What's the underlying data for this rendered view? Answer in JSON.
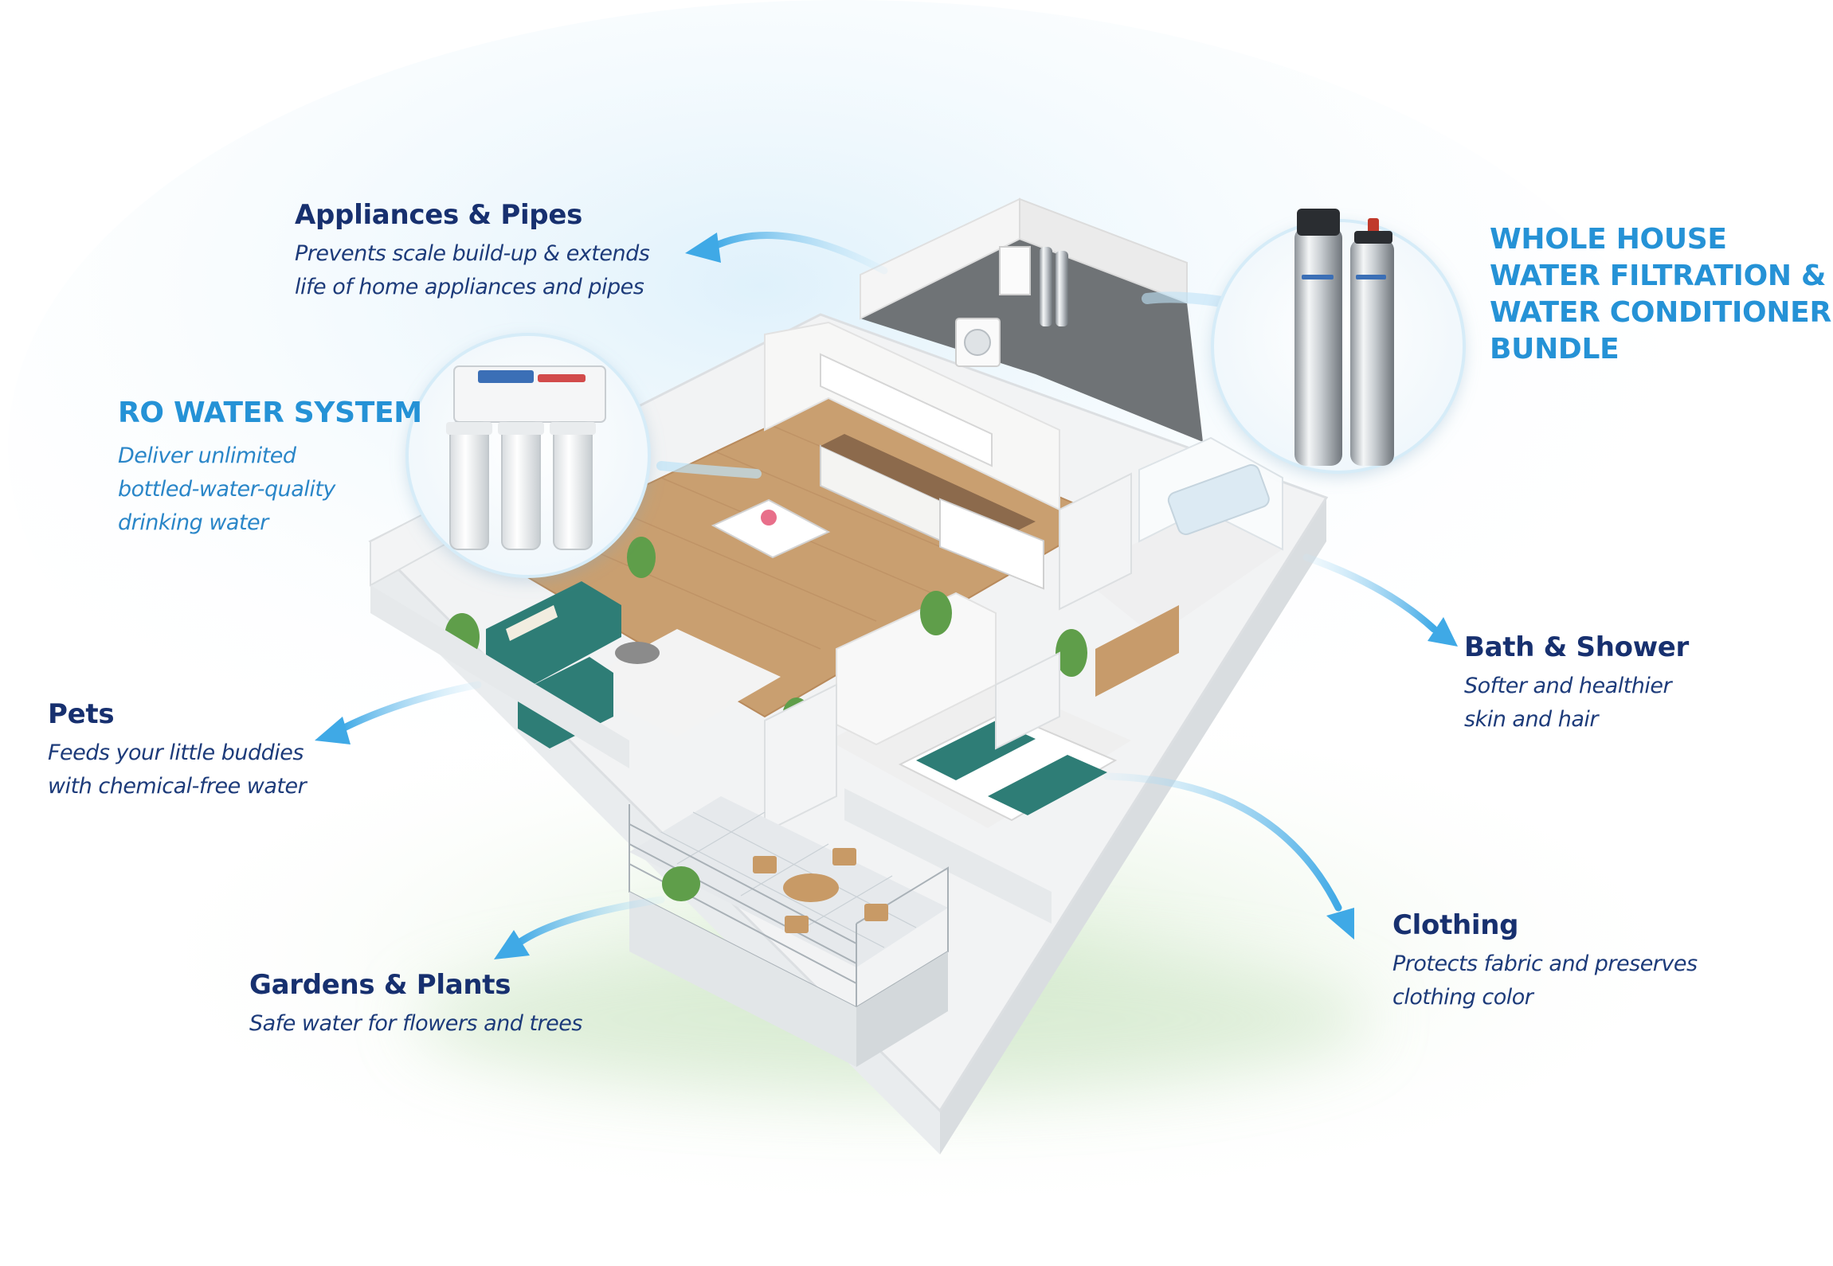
{
  "products": {
    "whole_house": {
      "title_lines": [
        "WHOLE HOUSE",
        "WATER FILTRATION &",
        "WATER CONDITIONER",
        "BUNDLE"
      ]
    },
    "ro_system": {
      "title": "RO WATER SYSTEM",
      "desc_lines": [
        "Deliver unlimited",
        "bottled-water-quality",
        "drinking water"
      ]
    }
  },
  "benefits": {
    "appliances": {
      "title": "Appliances & Pipes",
      "desc_lines": [
        "Prevents scale build-up & extends",
        "life of home appliances and pipes"
      ]
    },
    "pets": {
      "title": "Pets",
      "desc_lines": [
        "Feeds your little buddies",
        "with chemical-free water"
      ]
    },
    "gardens": {
      "title": "Gardens & Plants",
      "desc_lines": [
        "Safe water for flowers and trees"
      ]
    },
    "bath": {
      "title": "Bath & Shower",
      "desc_lines": [
        "Softer and healthier",
        "skin and hair"
      ]
    },
    "clothing": {
      "title": "Clothing",
      "desc_lines": [
        "Protects fabric and preserves",
        "clothing color"
      ]
    }
  },
  "colors": {
    "heading_dark": "#17306f",
    "heading_product": "#2592d6",
    "arrow": "#3fa9e6",
    "floor": "#c99f70",
    "teal": "#2e7d76"
  }
}
